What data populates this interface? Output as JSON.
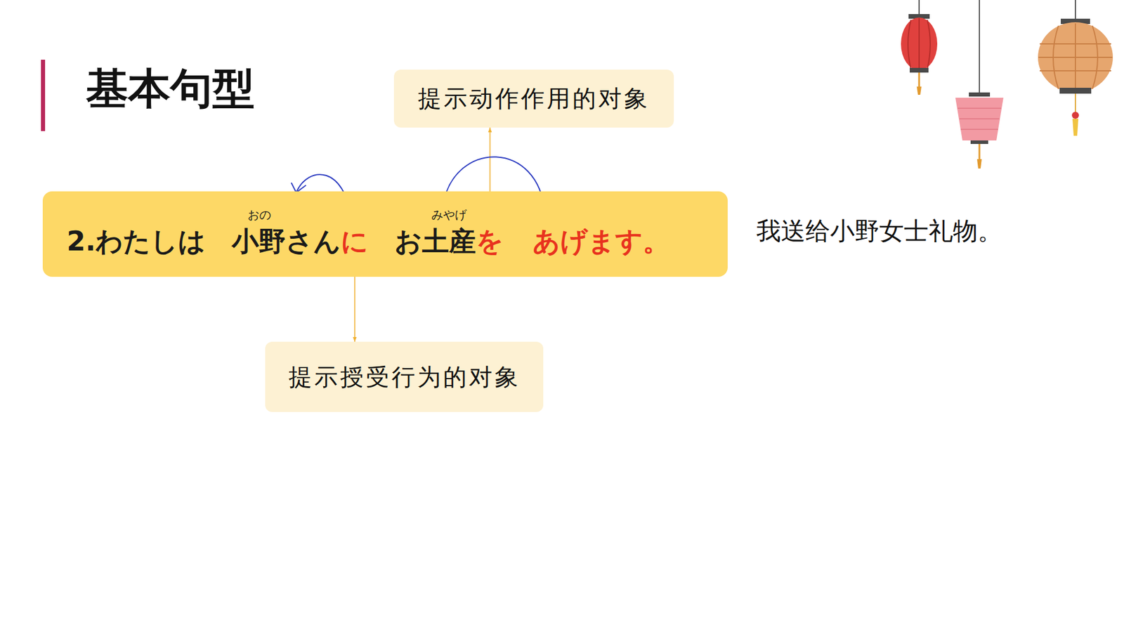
{
  "diagram": {
    "title": "基本句型",
    "nodes": [
      {
        "text": [
          "提示动作作用的对象"
        ]
      },
      {
        "text": [
          "2.わたしは",
          "おの",
          "小野さん",
          "に",
          "みやげ",
          "お土産",
          "を",
          "あげます。"
        ]
      },
      {
        "text": [
          "提示授受行为的对象"
        ]
      }
    ],
    "edges": [
      {
        "from": 1,
        "to": 0,
        "arrow": "to"
      },
      {
        "from": 1,
        "to": 2,
        "arrow": "to"
      }
    ],
    "labels": [
      "我送给小野女士礼物。"
    ]
  }
}
